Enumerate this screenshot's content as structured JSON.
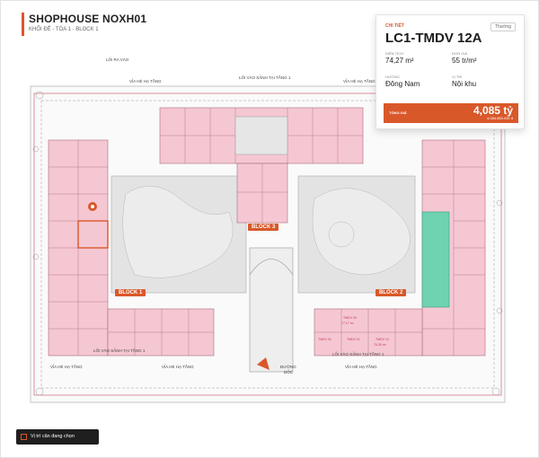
{
  "header": {
    "title": "SHOPHOUSE NOXH01",
    "subtitle": "KHỐI ĐẾ - TÒA 1 - BLOCK 1"
  },
  "card": {
    "label": "CHI TIẾT",
    "badge": "Thường",
    "unit_code": "LC1-TMDV 12A",
    "area_label": "DIỆN TÍCH",
    "area": "74,27 m²",
    "unit_price_label": "ĐƠN GIÁ",
    "unit_price": "55 tr/m²",
    "direction_label": "HƯỚNG",
    "direction": "Đông Nam",
    "position_label": "VỊ TRÍ",
    "position": "Nội khu",
    "total_label": "TỔNG GIÁ",
    "total": "4,085 tỷ",
    "total_exact": "4.084.850.000 đ"
  },
  "plan": {
    "exit": "LỐI RA VÀO",
    "sidewalk_top": "VỈA HÈ HẠ TẦNG",
    "sidewalk_bottom": "VỈA HÈ HẠ TẦNG",
    "sidewalk_left": "VỈA HÈ HẠ TẦNG",
    "lobby_top": "LỐI VÀO SẢNH TẠI TẦNG 1",
    "lobby_bottom_left": "LỐI VÀO SẢNH TẠI TẦNG 1",
    "lobby_bottom_right": "LỐI VÀO SẢNH TẠI TẦNG 1",
    "road": "ĐƯỜNG",
    "road2": "DỐC",
    "block1": "BLOCK 1",
    "block2": "BLOCK 2",
    "block3": "BLOCK 3",
    "unit_a": "TMDV 03",
    "unit_a_area": "77.17 m²",
    "unit_b": "TMDV 02",
    "unit_c": "TMDV 01",
    "unit_d": "TMDV 12",
    "unit_d_area": "76.30 m²"
  },
  "legend": {
    "label": "Vị trí căn đang chọn"
  },
  "colors": {
    "accent": "#d9582a",
    "unit_fill": "#f5c7d3",
    "selected_fill": "#6fd3b2"
  }
}
